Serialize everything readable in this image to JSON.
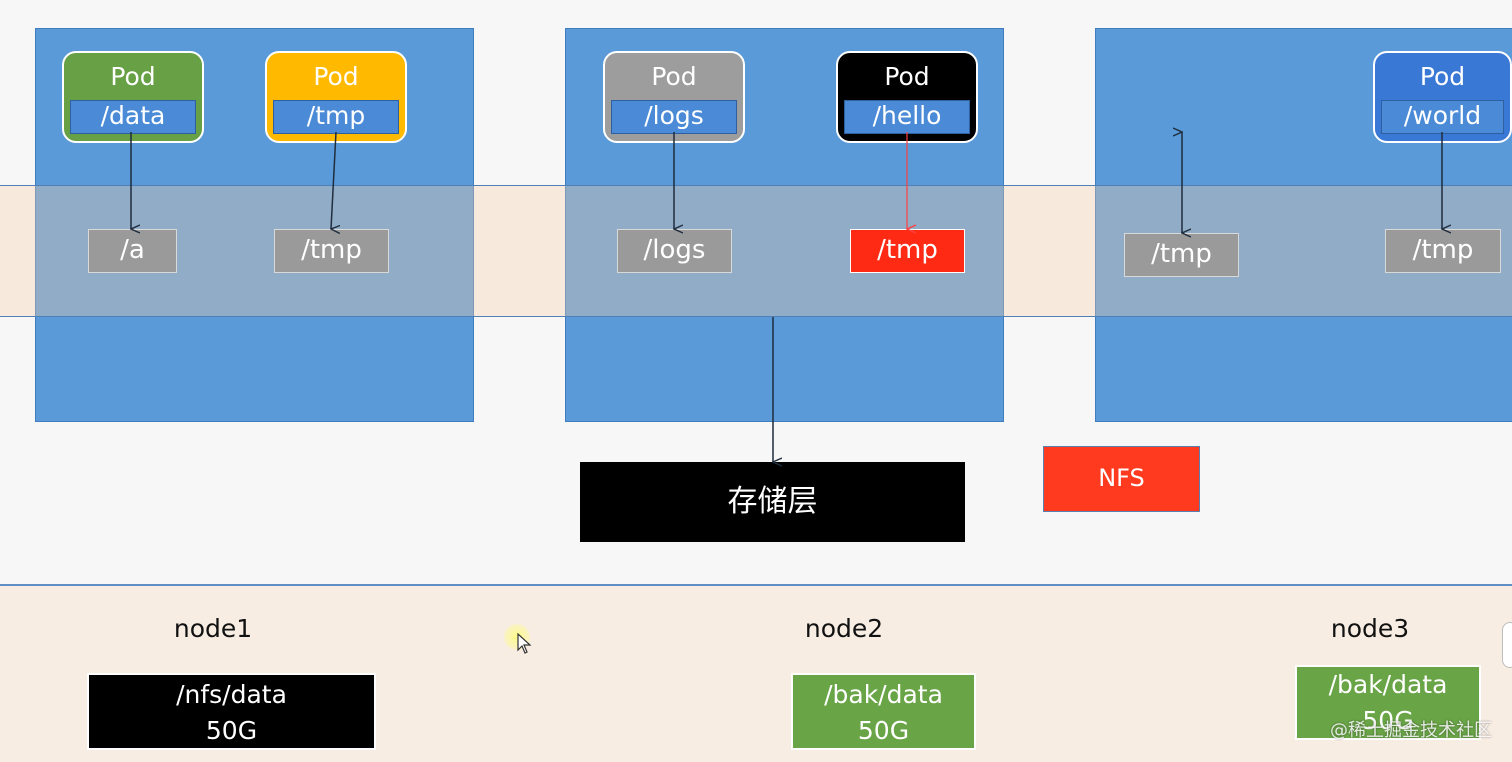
{
  "nodes": [
    {
      "label": "node1",
      "pods": [
        {
          "title": "Pod",
          "path": "/data",
          "color": "#67a045"
        },
        {
          "title": "Pod",
          "path": "/tmp",
          "color": "#ffba00"
        }
      ],
      "host_dirs": [
        "/a",
        "/tmp"
      ],
      "volume": {
        "path": "/nfs/data",
        "size": "50G",
        "color": "#000000"
      }
    },
    {
      "label": "node2",
      "pods": [
        {
          "title": "Pod",
          "path": "/logs",
          "color": "#9d9d9d"
        },
        {
          "title": "Pod",
          "path": "/hello",
          "color": "#000000"
        }
      ],
      "host_dirs": [
        "/logs",
        "/tmp"
      ],
      "volume": {
        "path": "/bak/data",
        "size": "50G",
        "color": "#69a447"
      }
    },
    {
      "label": "node3",
      "pods": [
        {
          "title": "Pod",
          "path": "/world",
          "color": "#3a78d6"
        }
      ],
      "host_dirs": [
        "/tmp",
        "/tmp"
      ],
      "volume": {
        "path": "/bak/data",
        "size": "50G",
        "color": "#69a447"
      }
    }
  ],
  "storage_layer": "存储层",
  "nfs_label": "NFS",
  "watermark": "@稀土掘金技术社区",
  "colors": {
    "panel": "#5a9ad8",
    "host_dir": "#9a9a9a",
    "host_dir_highlight": "#ff2a14",
    "nfs": "#ff3a1f",
    "arrow": "#1f2d3d",
    "arrow_highlight": "#ff4040"
  }
}
